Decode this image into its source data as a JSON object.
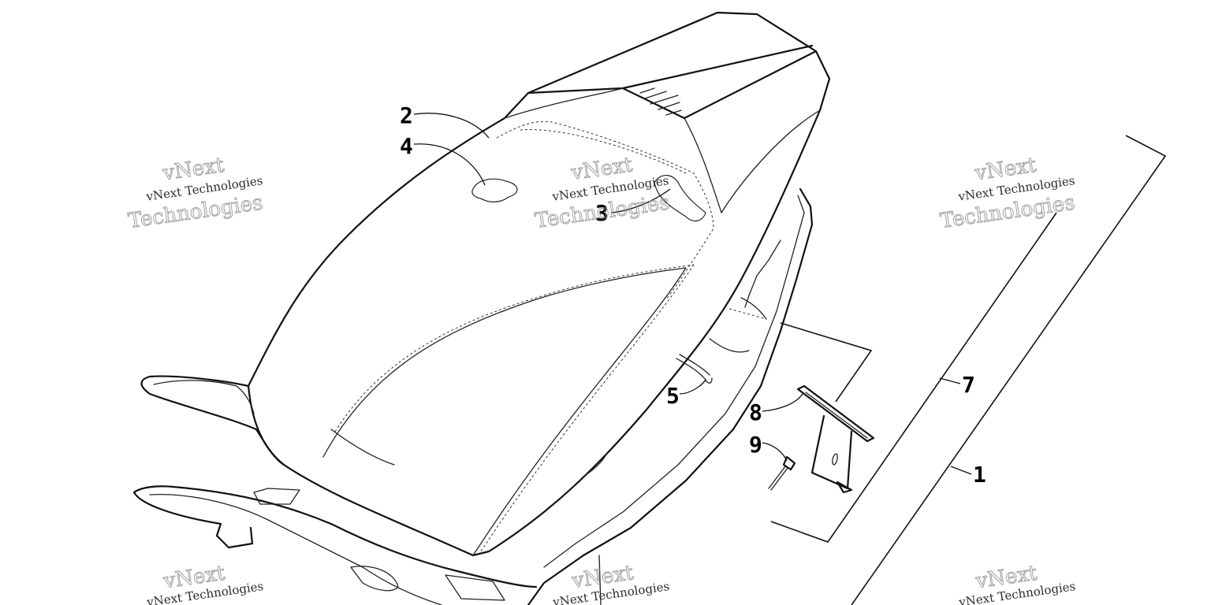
{
  "callouts": [
    {
      "id": "c1",
      "label": "1"
    },
    {
      "id": "c2",
      "label": "2"
    },
    {
      "id": "c3",
      "label": "3"
    },
    {
      "id": "c4",
      "label": "4"
    },
    {
      "id": "c5",
      "label": "5"
    },
    {
      "id": "c7",
      "label": "7"
    },
    {
      "id": "c8",
      "label": "8"
    },
    {
      "id": "c9",
      "label": "9"
    }
  ],
  "watermark": {
    "small": "vNext Technologies",
    "top": "vNext",
    "bottom": "Technologies"
  },
  "colors": {
    "line": "#111111",
    "background": "#ffffff",
    "watermark": "#8a8a8a"
  }
}
